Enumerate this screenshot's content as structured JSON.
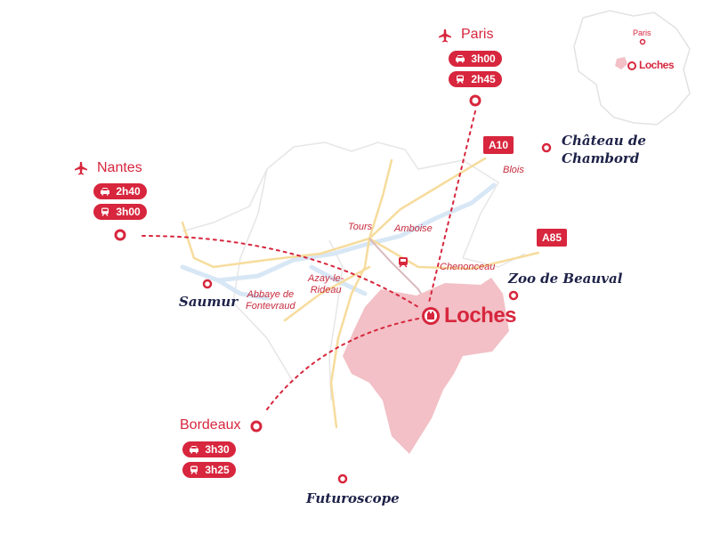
{
  "colors": {
    "accent": "#d7263d",
    "navy": "#1e2248",
    "region": "#f2c0c6",
    "roads": "#f5dc9a",
    "rivers": "#d6e6f4",
    "borders": "#e5e5e5"
  },
  "hub": {
    "name": "Loches",
    "icon": "castle-icon"
  },
  "origins": [
    {
      "name": "Paris",
      "transport": "plane-icon",
      "car": "3h00",
      "train": "2h45"
    },
    {
      "name": "Nantes",
      "transport": "plane-icon",
      "car": "2h40",
      "train": "3h00"
    },
    {
      "name": "Bordeaux",
      "car": "3h30",
      "train": "3h25"
    }
  ],
  "attractions": [
    {
      "name": "Château de Chambord",
      "line1": "Château de",
      "line2": "Chambord"
    },
    {
      "name": "Zoo de Beauval"
    },
    {
      "name": "Saumur"
    },
    {
      "name": "Futuroscope"
    }
  ],
  "towns": {
    "tours": "Tours",
    "amboise": "Amboise",
    "blois": "Blois",
    "chenonceau": "Chenonceau",
    "azay1": "Azay-le-",
    "azay2": "Rideau",
    "fontevraud1": "Abbaye de",
    "fontevraud2": "Fontevraud"
  },
  "roads": {
    "a10": "A10",
    "a85": "A85"
  },
  "inset": {
    "city": "Paris",
    "hub": "Loches"
  }
}
